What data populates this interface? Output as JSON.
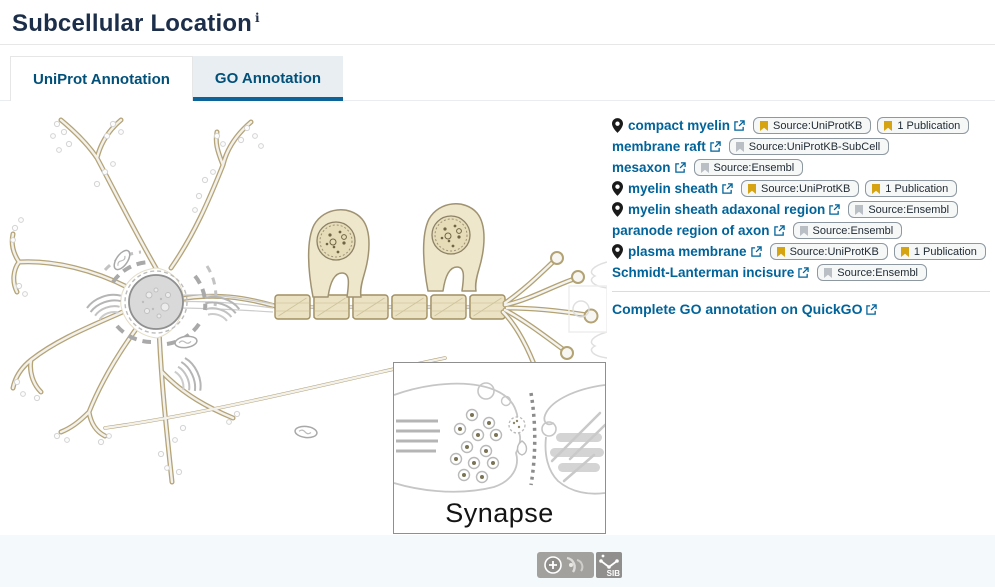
{
  "page": {
    "title": "Subcellular Location",
    "info_superscript": "i"
  },
  "tabs": [
    {
      "label": "UniProt Annotation",
      "active": false
    },
    {
      "label": "GO Annotation",
      "active": true
    }
  ],
  "go_annotations": {
    "items": [
      {
        "term": "compact myelin",
        "pin": true,
        "badges": [
          {
            "label": "Source:UniProtKB",
            "tone": "gold"
          },
          {
            "label": "1 Publication",
            "tone": "gold"
          }
        ]
      },
      {
        "term": "membrane raft",
        "pin": false,
        "badges": [
          {
            "label": "Source:UniProtKB-SubCell",
            "tone": "gray"
          }
        ]
      },
      {
        "term": "mesaxon",
        "pin": false,
        "badges": [
          {
            "label": "Source:Ensembl",
            "tone": "gray"
          }
        ]
      },
      {
        "term": "myelin sheath",
        "pin": true,
        "badges": [
          {
            "label": "Source:UniProtKB",
            "tone": "gold"
          },
          {
            "label": "1 Publication",
            "tone": "gold"
          }
        ]
      },
      {
        "term": "myelin sheath adaxonal region",
        "pin": true,
        "badges": [
          {
            "label": "Source:Ensembl",
            "tone": "gray"
          }
        ]
      },
      {
        "term": "paranode region of axon",
        "pin": false,
        "badges": [
          {
            "label": "Source:Ensembl",
            "tone": "gray"
          }
        ]
      },
      {
        "term": "plasma membrane",
        "pin": true,
        "badges": [
          {
            "label": "Source:UniProtKB",
            "tone": "gold"
          },
          {
            "label": "1 Publication",
            "tone": "gold"
          }
        ]
      },
      {
        "term": "Schmidt-Lanterman incisure",
        "pin": false,
        "badges": [
          {
            "label": "Source:Ensembl",
            "tone": "gray"
          }
        ]
      }
    ],
    "footer_link": "Complete GO annotation on QuickGO"
  },
  "figure": {
    "synapse_label": "Synapse",
    "sib_text": "SIB"
  },
  "icons": {
    "pin": "location-pin",
    "external": "external-link",
    "bookmark": "bookmark",
    "info": "info-superscript"
  },
  "colors": {
    "link_blue": "#00639a",
    "title_navy": "#1c2e4a",
    "tab_active_bg": "#e9eef2",
    "tab_underline": "#0c6399",
    "badge_gold": "#d6a312",
    "badge_gray": "#b9bfc4",
    "myelin_beige": "#ebe2c4",
    "membrane_tan": "#b5a478",
    "footer_bg": "#f4f9fc"
  }
}
